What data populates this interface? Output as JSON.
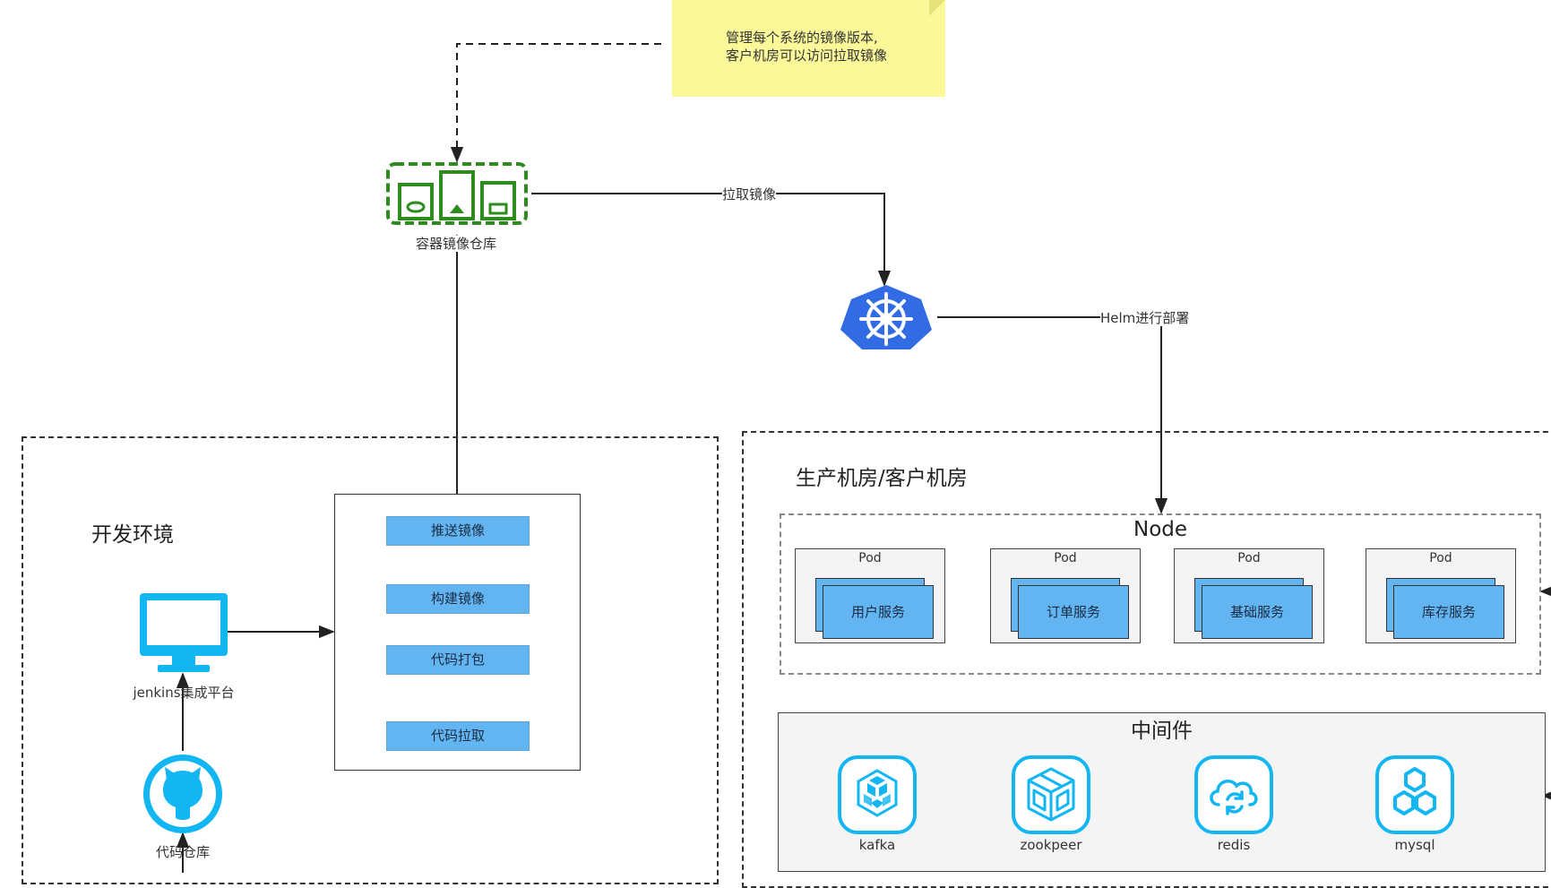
{
  "note": {
    "line1": "管理每个系统的镜像版本,",
    "line2": "客户机房可以访问拉取镜像"
  },
  "registry": {
    "label": "容器镜像仓库"
  },
  "edges": {
    "pull_image": "拉取镜像",
    "helm_deploy": "Helm进行部署"
  },
  "dev_env": {
    "title": "开发环境",
    "jenkins_label": "jenkins集成平台",
    "repo_label": "代码仓库",
    "pipeline_steps": [
      "推送镜像",
      "构建镜像",
      "代码打包",
      "代码拉取"
    ]
  },
  "prod_env": {
    "title": "生产机房/客户机房",
    "node_title": "Node",
    "pods": [
      {
        "title": "Pod",
        "service": "用户服务"
      },
      {
        "title": "Pod",
        "service": "订单服务"
      },
      {
        "title": "Pod",
        "service": "基础服务"
      },
      {
        "title": "Pod",
        "service": "库存服务"
      }
    ],
    "middleware_title": "中间件",
    "middleware": [
      "kafka",
      "zookpeer",
      "redis",
      "mysql"
    ]
  },
  "colors": {
    "registry_green": "#2e8b1e",
    "kubernetes_blue": "#326ce5",
    "step_blue": "#62b5f0",
    "icon_cyan": "#12b6f3",
    "note_yellow": "#fbf89a"
  },
  "icons": {
    "registry": "container-registry-icon",
    "kubernetes": "kubernetes-helm-wheel-icon",
    "jenkins": "monitor-icon",
    "repo": "github-octocat-icon",
    "kafka": "cube-cluster-icon",
    "zookpeer": "open-box-icon",
    "redis": "cloud-sync-icon",
    "mysql": "hexagon-cluster-icon"
  }
}
